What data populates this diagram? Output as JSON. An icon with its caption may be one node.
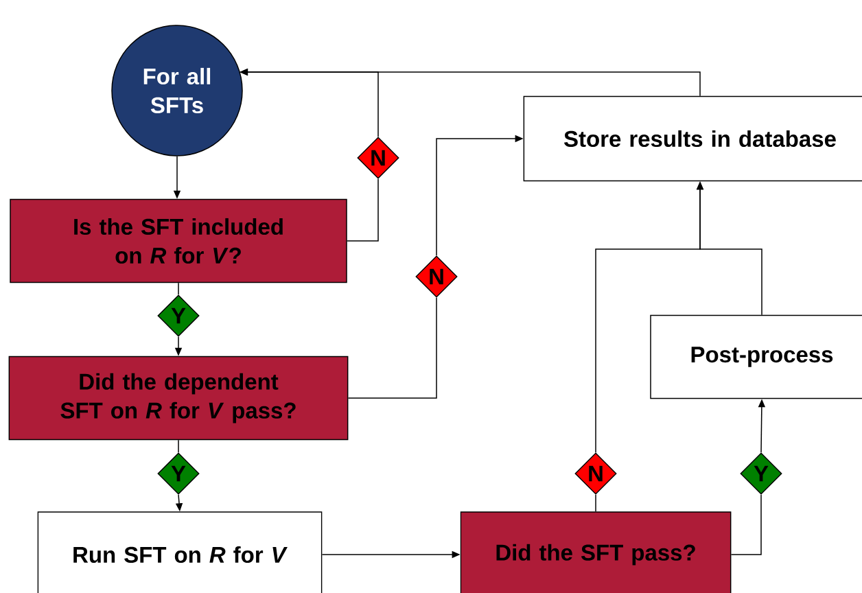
{
  "diagram": {
    "nodes": [
      {
        "text": [
          "For all SFTs"
        ]
      },
      {
        "text": [
          "Store results in database"
        ]
      },
      {
        "text": [
          "N"
        ]
      },
      {
        "text": [
          "Is the SFT included on *R* for *V*?"
        ]
      },
      {
        "text": [
          "N"
        ]
      },
      {
        "text": [
          "Y"
        ]
      },
      {
        "text": [
          "Post-process"
        ]
      },
      {
        "text": [
          "Did the dependent SFT on *R* for *V* pass?"
        ]
      },
      {
        "text": [
          "Y"
        ]
      },
      {
        "text": [
          "N"
        ]
      },
      {
        "text": [
          "Y"
        ]
      },
      {
        "text": [
          "Run SFT on *R* for *V*"
        ]
      },
      {
        "text": [
          "Did the SFT pass?"
        ]
      }
    ],
    "edges": [
      {
        "from": 0,
        "to": 3,
        "arrow": "to"
      },
      {
        "from": 3,
        "to": 2,
        "arrow": "none"
      },
      {
        "from": 2,
        "to": 0,
        "arrow": "to"
      },
      {
        "from": 1,
        "to": 0,
        "arrow": "to"
      },
      {
        "from": 3,
        "to": 5,
        "arrow": "none"
      },
      {
        "from": 5,
        "to": 7,
        "arrow": "to"
      },
      {
        "from": 7,
        "to": 4,
        "arrow": "none"
      },
      {
        "from": 4,
        "to": 1,
        "arrow": "to"
      },
      {
        "from": 7,
        "to": 8,
        "arrow": "none"
      },
      {
        "from": 8,
        "to": 11,
        "arrow": "to"
      },
      {
        "from": 11,
        "to": 12,
        "arrow": "to"
      },
      {
        "from": 12,
        "to": 9,
        "arrow": "none"
      },
      {
        "from": 9,
        "to": 1,
        "arrow": "to"
      },
      {
        "from": 12,
        "to": 10,
        "arrow": "none"
      },
      {
        "from": 10,
        "to": 6,
        "arrow": "to"
      },
      {
        "from": 6,
        "to": 1,
        "arrow": "to"
      }
    ]
  }
}
